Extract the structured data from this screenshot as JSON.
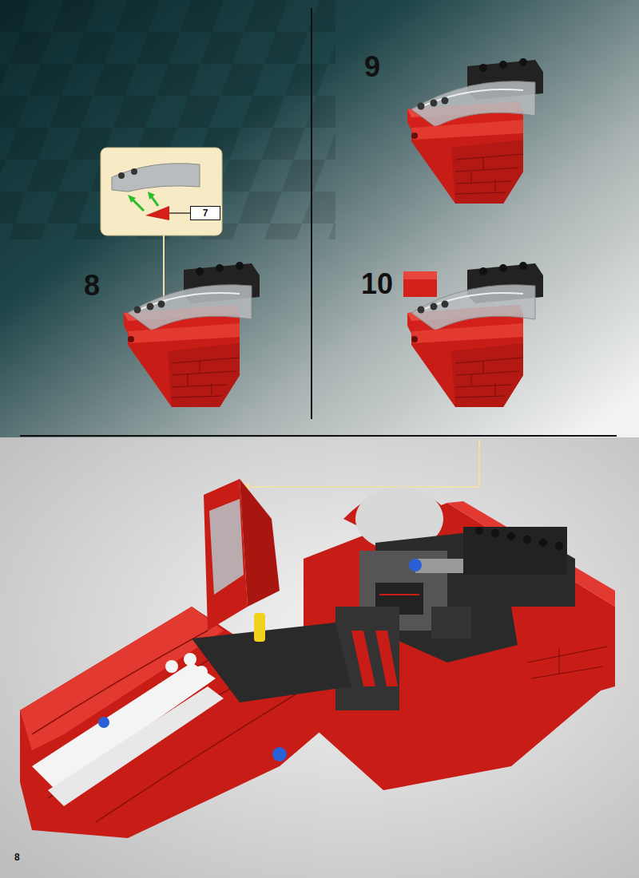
{
  "diagram": {
    "nodes": [
      {
        "text": [
          "7"
        ]
      }
    ],
    "labels": [
      "8",
      "9",
      "10",
      "8"
    ]
  }
}
